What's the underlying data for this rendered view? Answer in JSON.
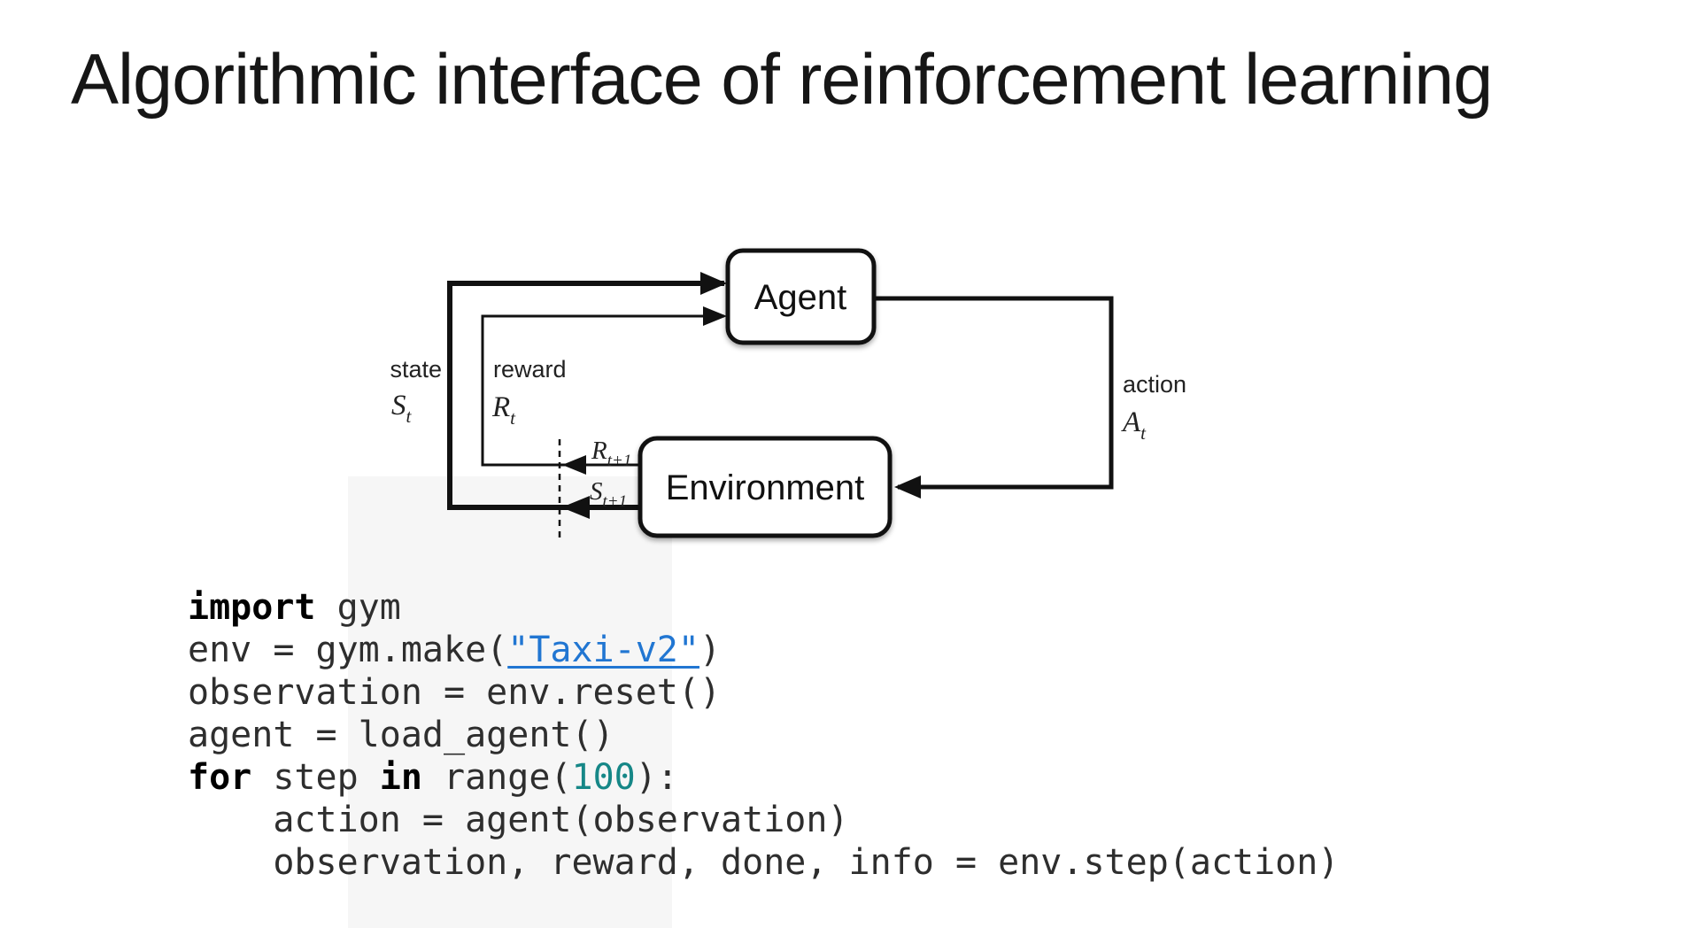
{
  "title": "Algorithmic interface of reinforcement learning",
  "diagram": {
    "agent_label": "Agent",
    "environment_label": "Environment",
    "labels": {
      "state_word": "state",
      "state_sym": "S",
      "state_sub": "t",
      "reward_word": "reward",
      "reward_sym": "R",
      "reward_sub": "t",
      "action_word": "action",
      "action_sym": "A",
      "action_sub": "t",
      "r_next_sym": "R",
      "r_next_sub": "t+1",
      "s_next_sym": "S",
      "s_next_sub": "t+1"
    },
    "line_color": "#111111"
  },
  "code": {
    "text_color": "#2e2e2e",
    "keyword_color": "#000000",
    "link_color": "#2176d2",
    "number_color": "#168787",
    "lines": [
      [
        [
          "import",
          "kw"
        ],
        [
          " gym",
          "plain"
        ]
      ],
      [
        [
          "env = gym.make(",
          "plain"
        ],
        [
          "\"Taxi-v2\"",
          "link"
        ],
        [
          ")",
          "plain"
        ]
      ],
      [
        [
          "observation = env.reset()",
          "plain"
        ]
      ],
      [
        [
          "agent = load_agent()",
          "plain"
        ]
      ],
      [
        [
          "for",
          "kw"
        ],
        [
          " step ",
          "plain"
        ],
        [
          "in",
          "kw"
        ],
        [
          " range(",
          "plain"
        ],
        [
          "100",
          "num"
        ],
        [
          "):",
          "plain"
        ]
      ],
      [
        [
          "    action = agent(observation)",
          "plain"
        ]
      ],
      [
        [
          "    observation, reward, done, info = env.step(action)",
          "plain"
        ]
      ]
    ]
  }
}
